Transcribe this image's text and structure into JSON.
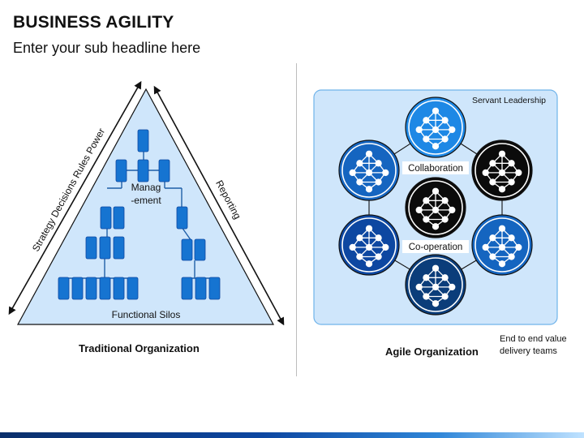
{
  "header": {
    "title": "BUSINESS AGILITY",
    "subtitle": "Enter your sub headline here"
  },
  "traditional": {
    "left_arrow_label": "Strategy Decisions Rules Power",
    "right_arrow_label": "Reporting",
    "management_label_1": "Manag",
    "management_label_2": "-ement",
    "silos_label": "Functional Silos",
    "caption": "Traditional Organization"
  },
  "agile": {
    "servant_label": "Servant Leadership",
    "collaboration_label": "Collaboration",
    "cooperation_label": "Co-operation",
    "caption": "Agile Organization",
    "teams_note_line1": "End to end value",
    "teams_note_line2": "delivery teams",
    "team_colors": [
      "#1e88e5",
      "#1565c0",
      "#0b0b0b",
      "#0d47a1",
      "#1565c0",
      "#0b3d7a",
      "#0b0b0b"
    ]
  },
  "colors": {
    "panel_fill": "#cfe6fb",
    "panel_stroke": "#6fb3ea",
    "box_fill": "#1674d1",
    "accent_blue": "#0d47a1"
  }
}
